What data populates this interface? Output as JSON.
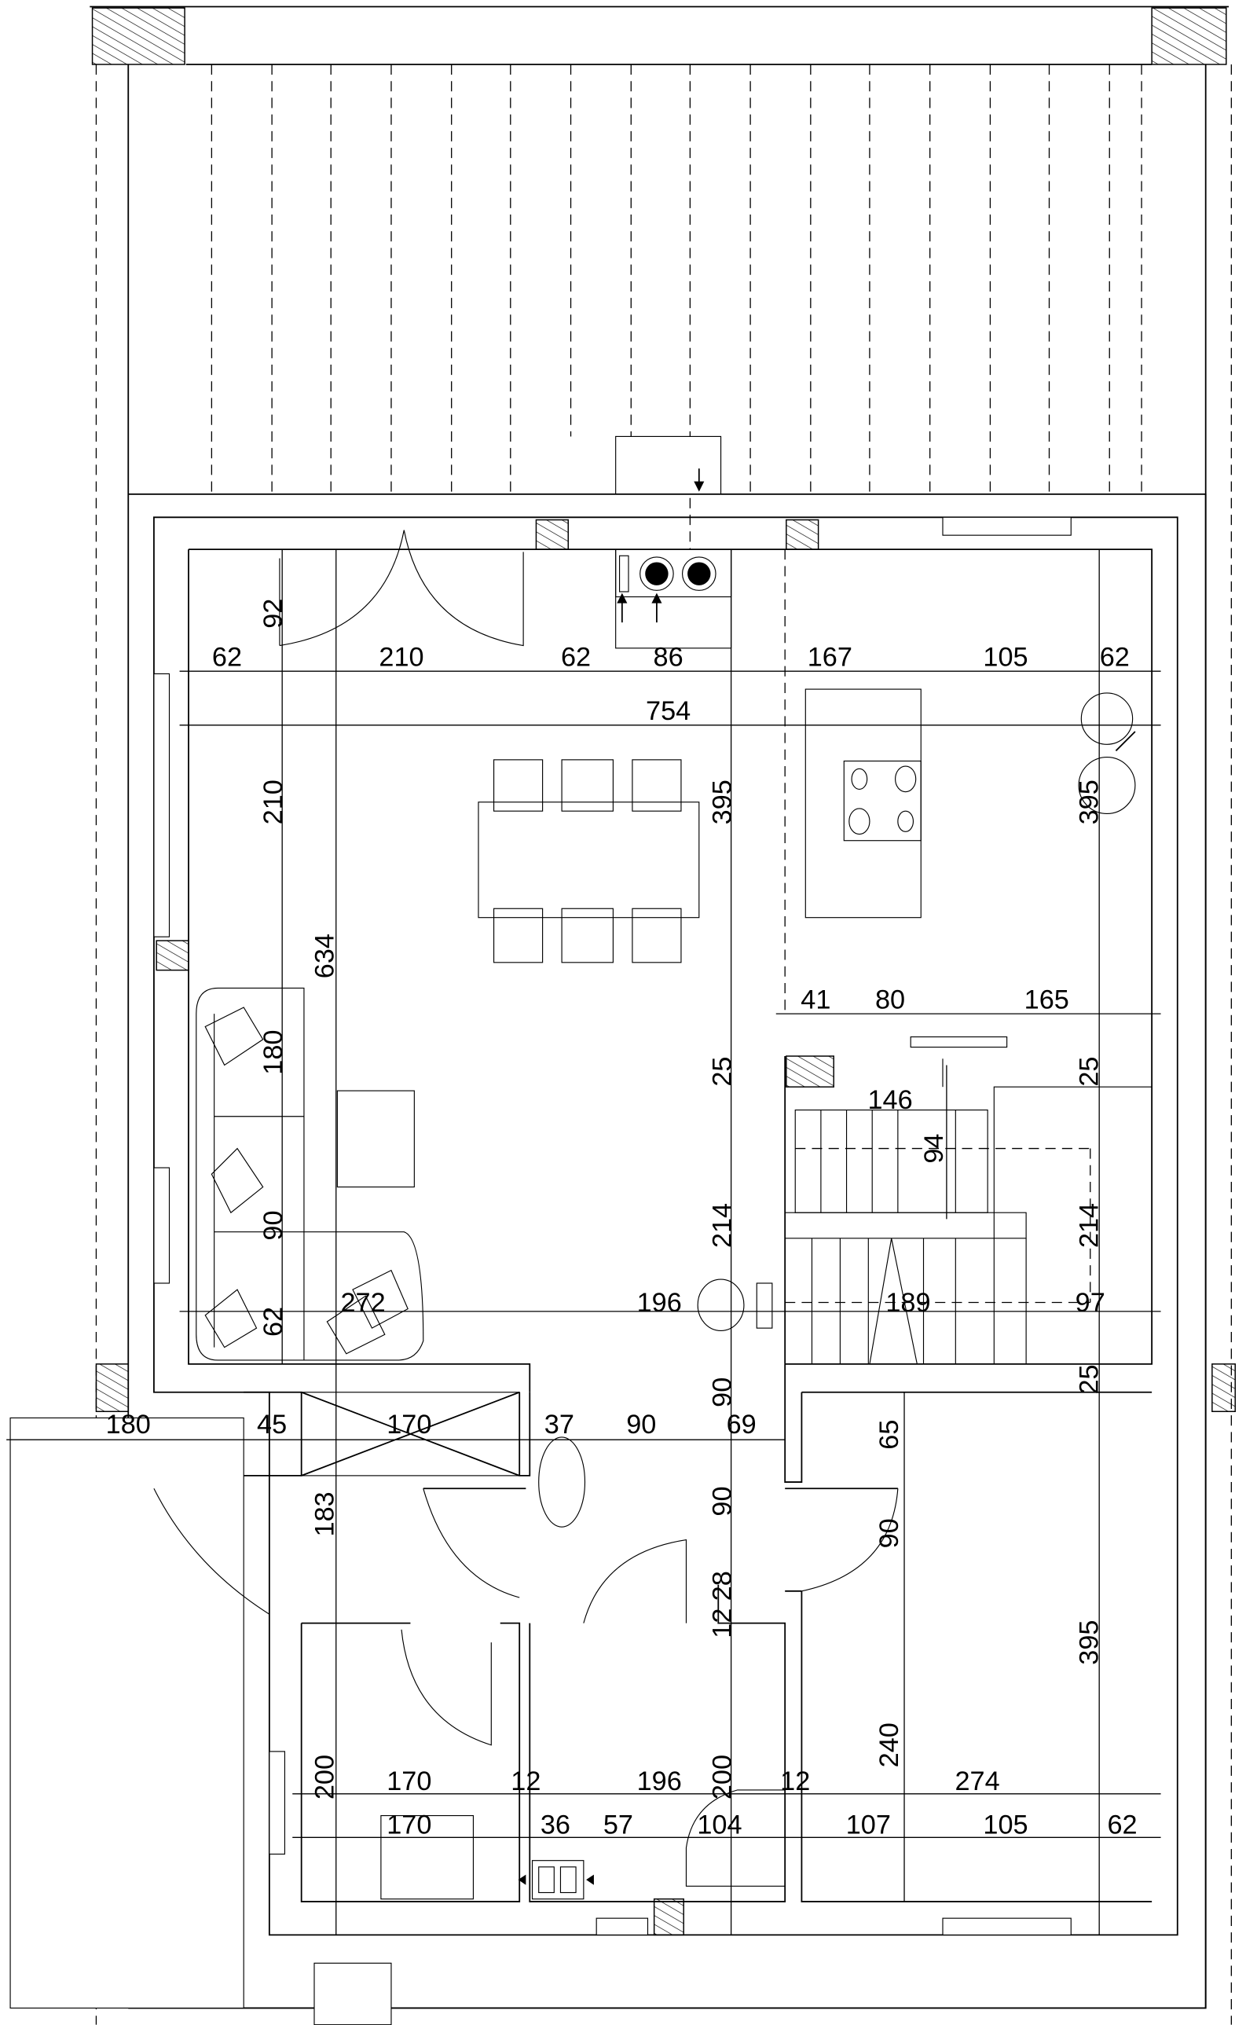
{
  "title": "Ground floor plan",
  "dimensions": {
    "top_row": [
      "62",
      "210",
      "62",
      "86",
      "167",
      "105",
      "62"
    ],
    "total_width": "754",
    "stair_row": [
      "41",
      "80",
      "165"
    ],
    "stair_width": "146",
    "living_row": [
      "272",
      "196",
      "189",
      "97"
    ],
    "entry_row": [
      "180",
      "45",
      "170",
      "37",
      "90",
      "69"
    ],
    "lower_row_1": [
      "170",
      "12",
      "196",
      "12",
      "274"
    ],
    "lower_row_2": [
      "170",
      "36",
      "57",
      "104",
      "107",
      "105",
      "62"
    ],
    "vertical": {
      "door_92": "92",
      "left_210": "210",
      "left_634": "634",
      "mid_395": "395",
      "right_395": "395",
      "sofa_180": "180",
      "sofa_90": "90",
      "sofa_62": "62",
      "mid_25": "25",
      "right_25": "25",
      "stair_94": "94",
      "mid_214": "214",
      "right_214": "214",
      "mid_90a": "90",
      "right_25b": "25",
      "room_65": "65",
      "mid_90b": "90",
      "room_90": "90",
      "mid_12": "12",
      "mid_28": "28",
      "left_183": "183",
      "room_395": "395",
      "room_240": "240",
      "left_200": "200",
      "mid_200": "200"
    }
  }
}
